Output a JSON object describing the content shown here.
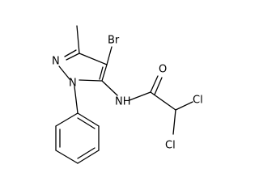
{
  "atoms": {
    "br": "Br",
    "n_ring_upper": "N",
    "n_ring_lower": "N",
    "nh": "NH",
    "o": "O",
    "cl_upper": "Cl",
    "cl_lower": "Cl"
  },
  "colors": {
    "ink": "#000000",
    "background": "#ffffff"
  }
}
